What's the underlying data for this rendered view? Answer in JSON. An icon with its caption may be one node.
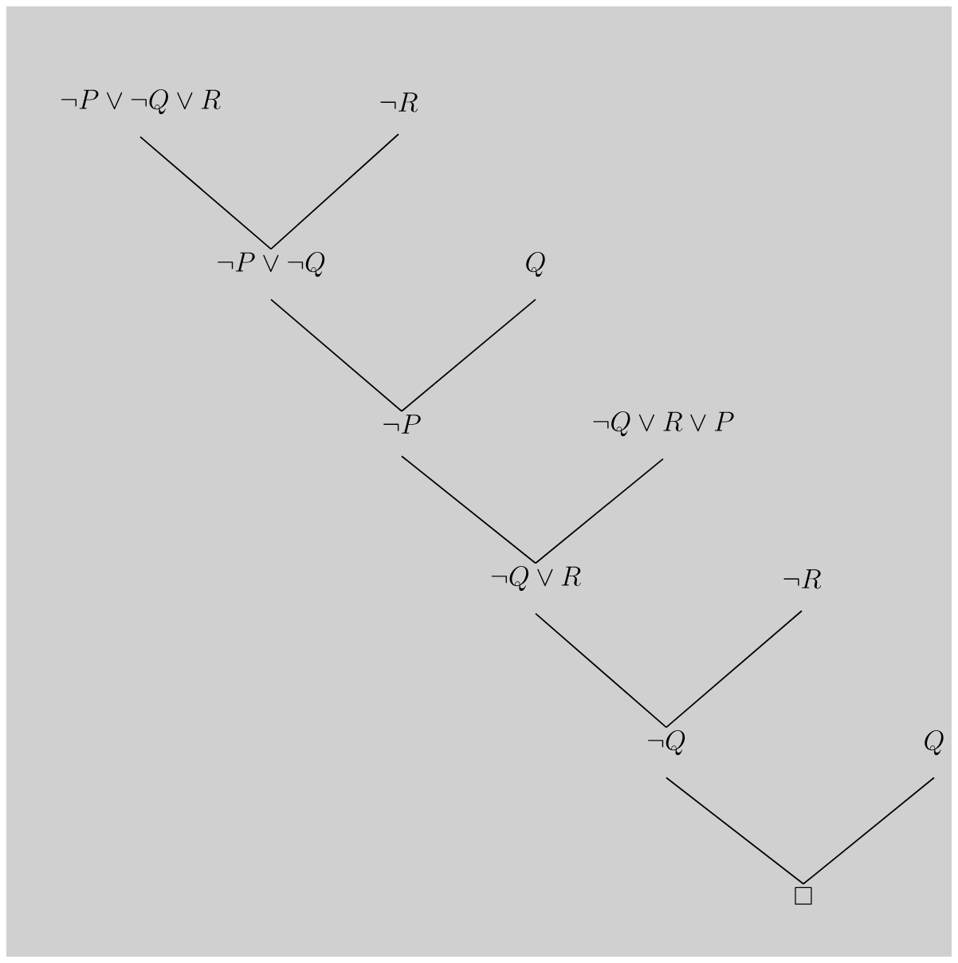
{
  "diagram": {
    "nodes": [
      {
        "text": [
          "\\neg P \\vee \\neg Q \\vee R"
        ]
      },
      {
        "text": [
          "\\neg R"
        ]
      },
      {
        "text": [
          "\\neg P \\vee \\neg Q"
        ]
      },
      {
        "text": [
          "Q"
        ]
      },
      {
        "text": [
          "\\neg P"
        ]
      },
      {
        "text": [
          "\\neg Q \\vee R \\vee P"
        ]
      },
      {
        "text": [
          "\\neg Q \\vee R"
        ]
      },
      {
        "text": [
          "\\neg R"
        ]
      },
      {
        "text": [
          "\\neg Q"
        ]
      },
      {
        "text": [
          "Q"
        ]
      },
      {
        "text": [
          "\\square"
        ]
      }
    ],
    "edges": [
      {
        "from": 0,
        "to": 2,
        "arrow": "none"
      },
      {
        "from": 1,
        "to": 2,
        "arrow": "none"
      },
      {
        "from": 2,
        "to": 4,
        "arrow": "none"
      },
      {
        "from": 3,
        "to": 4,
        "arrow": "none"
      },
      {
        "from": 4,
        "to": 6,
        "arrow": "none"
      },
      {
        "from": 5,
        "to": 6,
        "arrow": "none"
      },
      {
        "from": 6,
        "to": 8,
        "arrow": "none"
      },
      {
        "from": 7,
        "to": 8,
        "arrow": "none"
      },
      {
        "from": 8,
        "to": 10,
        "arrow": "none"
      },
      {
        "from": 9,
        "to": 10,
        "arrow": "none"
      }
    ]
  }
}
